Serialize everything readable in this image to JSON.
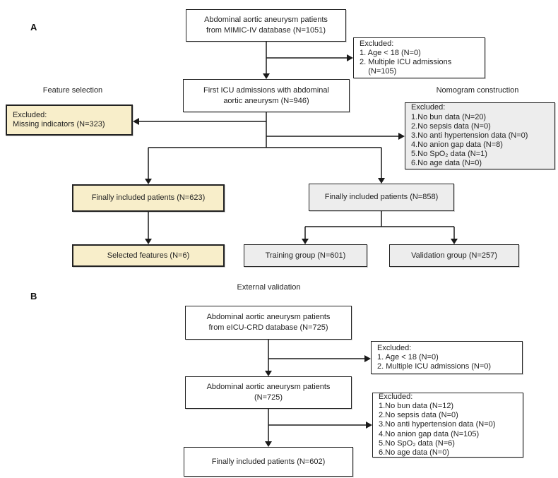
{
  "colors": {
    "highlight_fill": "#f8eeca",
    "grey_fill": "#ededed",
    "box_border": "#222222",
    "line": "#1a1a1a",
    "text": "#232323",
    "background": "#ffffff"
  },
  "panel_a": {
    "label": "A",
    "feature_selection_label": "Feature selection",
    "nomogram_construction_label": "Nomogram construction",
    "boxes": {
      "source": "Abdominal aortic aneurysm patients\nfrom MIMIC-IV database (N=1051)",
      "excluded_initial": "Excluded:\n1. Age < 18 (N=0)\n2. Multiple ICU admissions\n    (N=105)",
      "first_icu": "First ICU admissions with abdominal\naortic aneurysm (N=946)",
      "excluded_missing_indicators": "Excluded:\nMissing indicators (N=323)",
      "excluded_nomogram": "Excluded:\n1.No bun data (N=20)\n2.No sepsis data (N=0)\n3.No anti hypertension data (N=0)\n4.No anion gap data (N=8)\n5.No SpO₂ data (N=1)\n6.No age data (N=0)",
      "finally_included_features": "Finally included patients (N=623)",
      "finally_included_nomogram": "Finally included patients (N=858)",
      "selected_features": "Selected features (N=6)",
      "training_group": "Training group (N=601)",
      "validation_group": "Validation group (N=257)"
    }
  },
  "panel_b": {
    "label": "B",
    "title": "External validation",
    "boxes": {
      "source": "Abdominal aortic aneurysm patients\nfrom eICU-CRD database (N=725)",
      "excluded_initial": "Excluded:\n1. Age < 18 (N=0)\n2. Multiple ICU admissions (N=0)",
      "aaa_patients": "Abdominal aortic aneurysm patients\n(N=725)",
      "excluded_data": "Excluded:\n1.No bun data (N=12)\n2.No sepsis data (N=0)\n3.No anti hypertension data (N=0)\n4.No anion gap data (N=105)\n5.No SpO₂ data (N=6)\n6.No age data (N=0)",
      "finally_included": "Finally included patients (N=602)"
    }
  }
}
